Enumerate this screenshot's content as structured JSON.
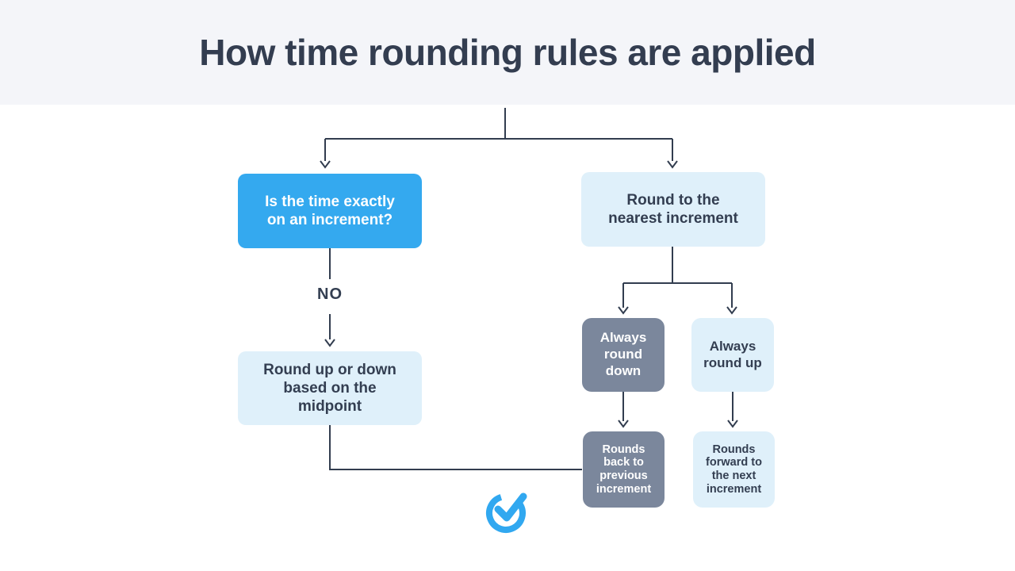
{
  "header": {
    "title": "How time rounding rules are applied"
  },
  "flowchart": {
    "nodes": {
      "question": {
        "label": "Is the time exactly on an increment?",
        "variant": "solid-blue"
      },
      "nearest": {
        "label": "Round to the nearest increment",
        "variant": "light-blue"
      },
      "midpoint": {
        "label": "Round up or down based on the midpoint",
        "variant": "light-blue"
      },
      "always_down": {
        "label": "Always round down",
        "variant": "slate"
      },
      "always_up": {
        "label": "Always round up",
        "variant": "light-blue"
      },
      "rounds_back": {
        "label": "Rounds back to previous increment",
        "variant": "slate"
      },
      "rounds_forward": {
        "label": "Rounds forward to the next increment",
        "variant": "light-blue"
      }
    },
    "edges": [
      {
        "from": "start",
        "to": "question"
      },
      {
        "from": "question",
        "to": "midpoint",
        "label": "NO"
      },
      {
        "from": "start",
        "to": "nearest"
      },
      {
        "from": "nearest",
        "to": "always_down"
      },
      {
        "from": "nearest",
        "to": "always_up"
      },
      {
        "from": "always_down",
        "to": "rounds_back"
      },
      {
        "from": "always_up",
        "to": "rounds_forward"
      },
      {
        "from": "midpoint",
        "to": "rounds_back"
      }
    ],
    "logo_icon": "check-circle-clock-icon"
  },
  "colors": {
    "header_bg": "#f4f5f9",
    "canvas_bg": "#ffffff",
    "accent_blue": "#34a9ef",
    "light_blue": "#dff0fa",
    "slate_gray": "#7b879c",
    "connector_line": "#323d4f",
    "dark_text": "#333e51"
  }
}
